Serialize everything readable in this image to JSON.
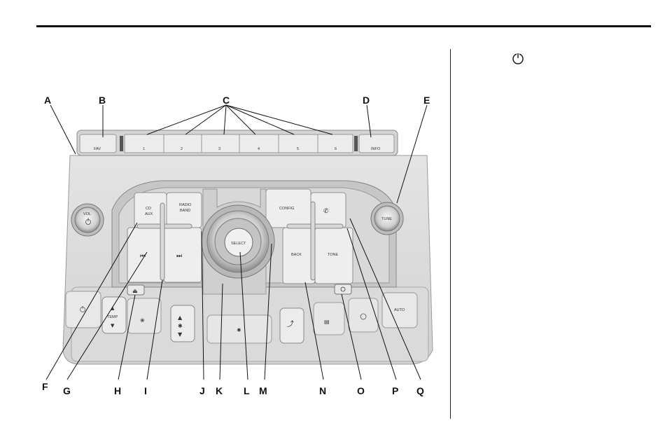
{
  "callouts_top": [
    {
      "id": "callout-a",
      "letter": "A"
    },
    {
      "id": "callout-b",
      "letter": "B"
    },
    {
      "id": "callout-c",
      "letter": "C"
    },
    {
      "id": "callout-d",
      "letter": "D"
    },
    {
      "id": "callout-e",
      "letter": "E"
    }
  ],
  "callouts_bottom": [
    {
      "id": "callout-f",
      "letter": "F"
    },
    {
      "id": "callout-g",
      "letter": "G"
    },
    {
      "id": "callout-h",
      "letter": "H"
    },
    {
      "id": "callout-i",
      "letter": "I"
    },
    {
      "id": "callout-j",
      "letter": "J"
    },
    {
      "id": "callout-k",
      "letter": "K"
    },
    {
      "id": "callout-l",
      "letter": "L"
    },
    {
      "id": "callout-m",
      "letter": "M"
    },
    {
      "id": "callout-n",
      "letter": "N"
    },
    {
      "id": "callout-o",
      "letter": "O"
    },
    {
      "id": "callout-p",
      "letter": "P"
    },
    {
      "id": "callout-q",
      "letter": "Q"
    }
  ],
  "panel": {
    "fav_label": "FAV",
    "info_label": "INFO",
    "presets": [
      "1",
      "2",
      "3",
      "4",
      "5",
      "6"
    ],
    "cd_aux": [
      "CD",
      "AUX"
    ],
    "radio_band": [
      "RADIO",
      "BAND"
    ],
    "config": "CONFIG",
    "select": "SELECT",
    "back": "BACK",
    "tone": "TONE",
    "tune": "TUNE",
    "vol": "VOL",
    "temp": "TEMP",
    "auto": "AUTO"
  },
  "icons": {
    "power": "power-icon",
    "phone": "phone-icon",
    "seek_back": "seek-back-icon",
    "seek_fwd": "seek-forward-icon",
    "eject": "eject-icon",
    "fan": "fan-icon"
  },
  "colors": {
    "panel_light": "#e8e8e8",
    "panel_mid": "#cfcfcf",
    "panel_dark": "#9d9d9d",
    "ink": "#111111"
  }
}
